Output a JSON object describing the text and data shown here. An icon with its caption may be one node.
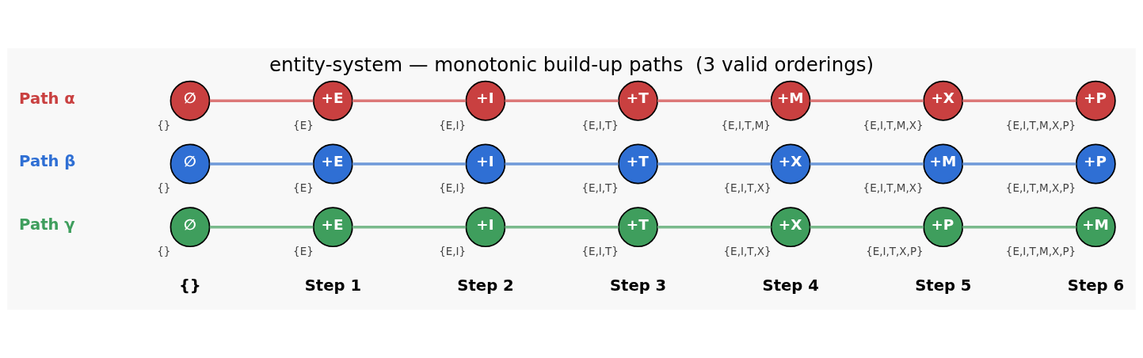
{
  "diagram": {
    "title": "entity-system — monotonic build-up paths  (3 valid orderings)",
    "nodes": [
      {
        "text": [
          "∅"
        ],
        "beside": [
          "{}"
        ]
      },
      {
        "text": [
          "+E"
        ],
        "beside": [
          "{E}"
        ]
      },
      {
        "text": [
          "+I"
        ],
        "beside": [
          "{E,I}"
        ]
      },
      {
        "text": [
          "+T"
        ],
        "beside": [
          "{E,I,T}"
        ]
      },
      {
        "text": [
          "+M"
        ],
        "beside": [
          "{E,I,T,M}"
        ]
      },
      {
        "text": [
          "+X"
        ],
        "beside": [
          "{E,I,T,M,X}"
        ]
      },
      {
        "text": [
          "+P"
        ],
        "beside": [
          "{E,I,T,M,X,P}"
        ]
      },
      {
        "text": [
          "∅"
        ],
        "beside": [
          "{}"
        ]
      },
      {
        "text": [
          "+E"
        ],
        "beside": [
          "{E}"
        ]
      },
      {
        "text": [
          "+I"
        ],
        "beside": [
          "{E,I}"
        ]
      },
      {
        "text": [
          "+T"
        ],
        "beside": [
          "{E,I,T}"
        ]
      },
      {
        "text": [
          "+X"
        ],
        "beside": [
          "{E,I,T,X}"
        ]
      },
      {
        "text": [
          "+M"
        ],
        "beside": [
          "{E,I,T,M,X}"
        ]
      },
      {
        "text": [
          "+P"
        ],
        "beside": [
          "{E,I,T,M,X,P}"
        ]
      },
      {
        "text": [
          "∅"
        ],
        "beside": [
          "{}"
        ]
      },
      {
        "text": [
          "+E"
        ],
        "beside": [
          "{E}"
        ]
      },
      {
        "text": [
          "+I"
        ],
        "beside": [
          "{E,I}"
        ]
      },
      {
        "text": [
          "+T"
        ],
        "beside": [
          "{E,I,T}"
        ]
      },
      {
        "text": [
          "+X"
        ],
        "beside": [
          "{E,I,T,X}"
        ]
      },
      {
        "text": [
          "+P"
        ],
        "beside": [
          "{E,I,T,X,P}"
        ]
      },
      {
        "text": [
          "+M"
        ],
        "beside": [
          "{E,I,T,M,X,P}"
        ]
      }
    ],
    "edges": [
      {
        "from": 0,
        "to": 1,
        "arrow": "none",
        "color": "#dc7878"
      },
      {
        "from": 1,
        "to": 2,
        "arrow": "none",
        "color": "#dc7878"
      },
      {
        "from": 2,
        "to": 3,
        "arrow": "none",
        "color": "#dc7878"
      },
      {
        "from": 3,
        "to": 4,
        "arrow": "none",
        "color": "#dc7878"
      },
      {
        "from": 4,
        "to": 5,
        "arrow": "none",
        "color": "#dc7878"
      },
      {
        "from": 5,
        "to": 6,
        "arrow": "none",
        "color": "#dc7878"
      },
      {
        "from": 7,
        "to": 8,
        "arrow": "none",
        "color": "#6f9ad9"
      },
      {
        "from": 8,
        "to": 9,
        "arrow": "none",
        "color": "#6f9ad9"
      },
      {
        "from": 9,
        "to": 10,
        "arrow": "none",
        "color": "#6f9ad9"
      },
      {
        "from": 10,
        "to": 11,
        "arrow": "none",
        "color": "#6f9ad9"
      },
      {
        "from": 11,
        "to": 12,
        "arrow": "none",
        "color": "#6f9ad9"
      },
      {
        "from": 12,
        "to": 13,
        "arrow": "none",
        "color": "#6f9ad9"
      },
      {
        "from": 14,
        "to": 15,
        "arrow": "none",
        "color": "#7aba8c"
      },
      {
        "from": 15,
        "to": 16,
        "arrow": "none",
        "color": "#7aba8c"
      },
      {
        "from": 16,
        "to": 17,
        "arrow": "none",
        "color": "#7aba8c"
      },
      {
        "from": 17,
        "to": 18,
        "arrow": "none",
        "color": "#7aba8c"
      },
      {
        "from": 18,
        "to": 19,
        "arrow": "none",
        "color": "#7aba8c"
      },
      {
        "from": 19,
        "to": 20,
        "arrow": "none",
        "color": "#7aba8c"
      }
    ],
    "labels": [
      "{}",
      "Step 1",
      "Step 2",
      "Step 3",
      "Step 4",
      "Step 5",
      "Step 6",
      "Path α",
      "Path β",
      "Path γ"
    ]
  }
}
